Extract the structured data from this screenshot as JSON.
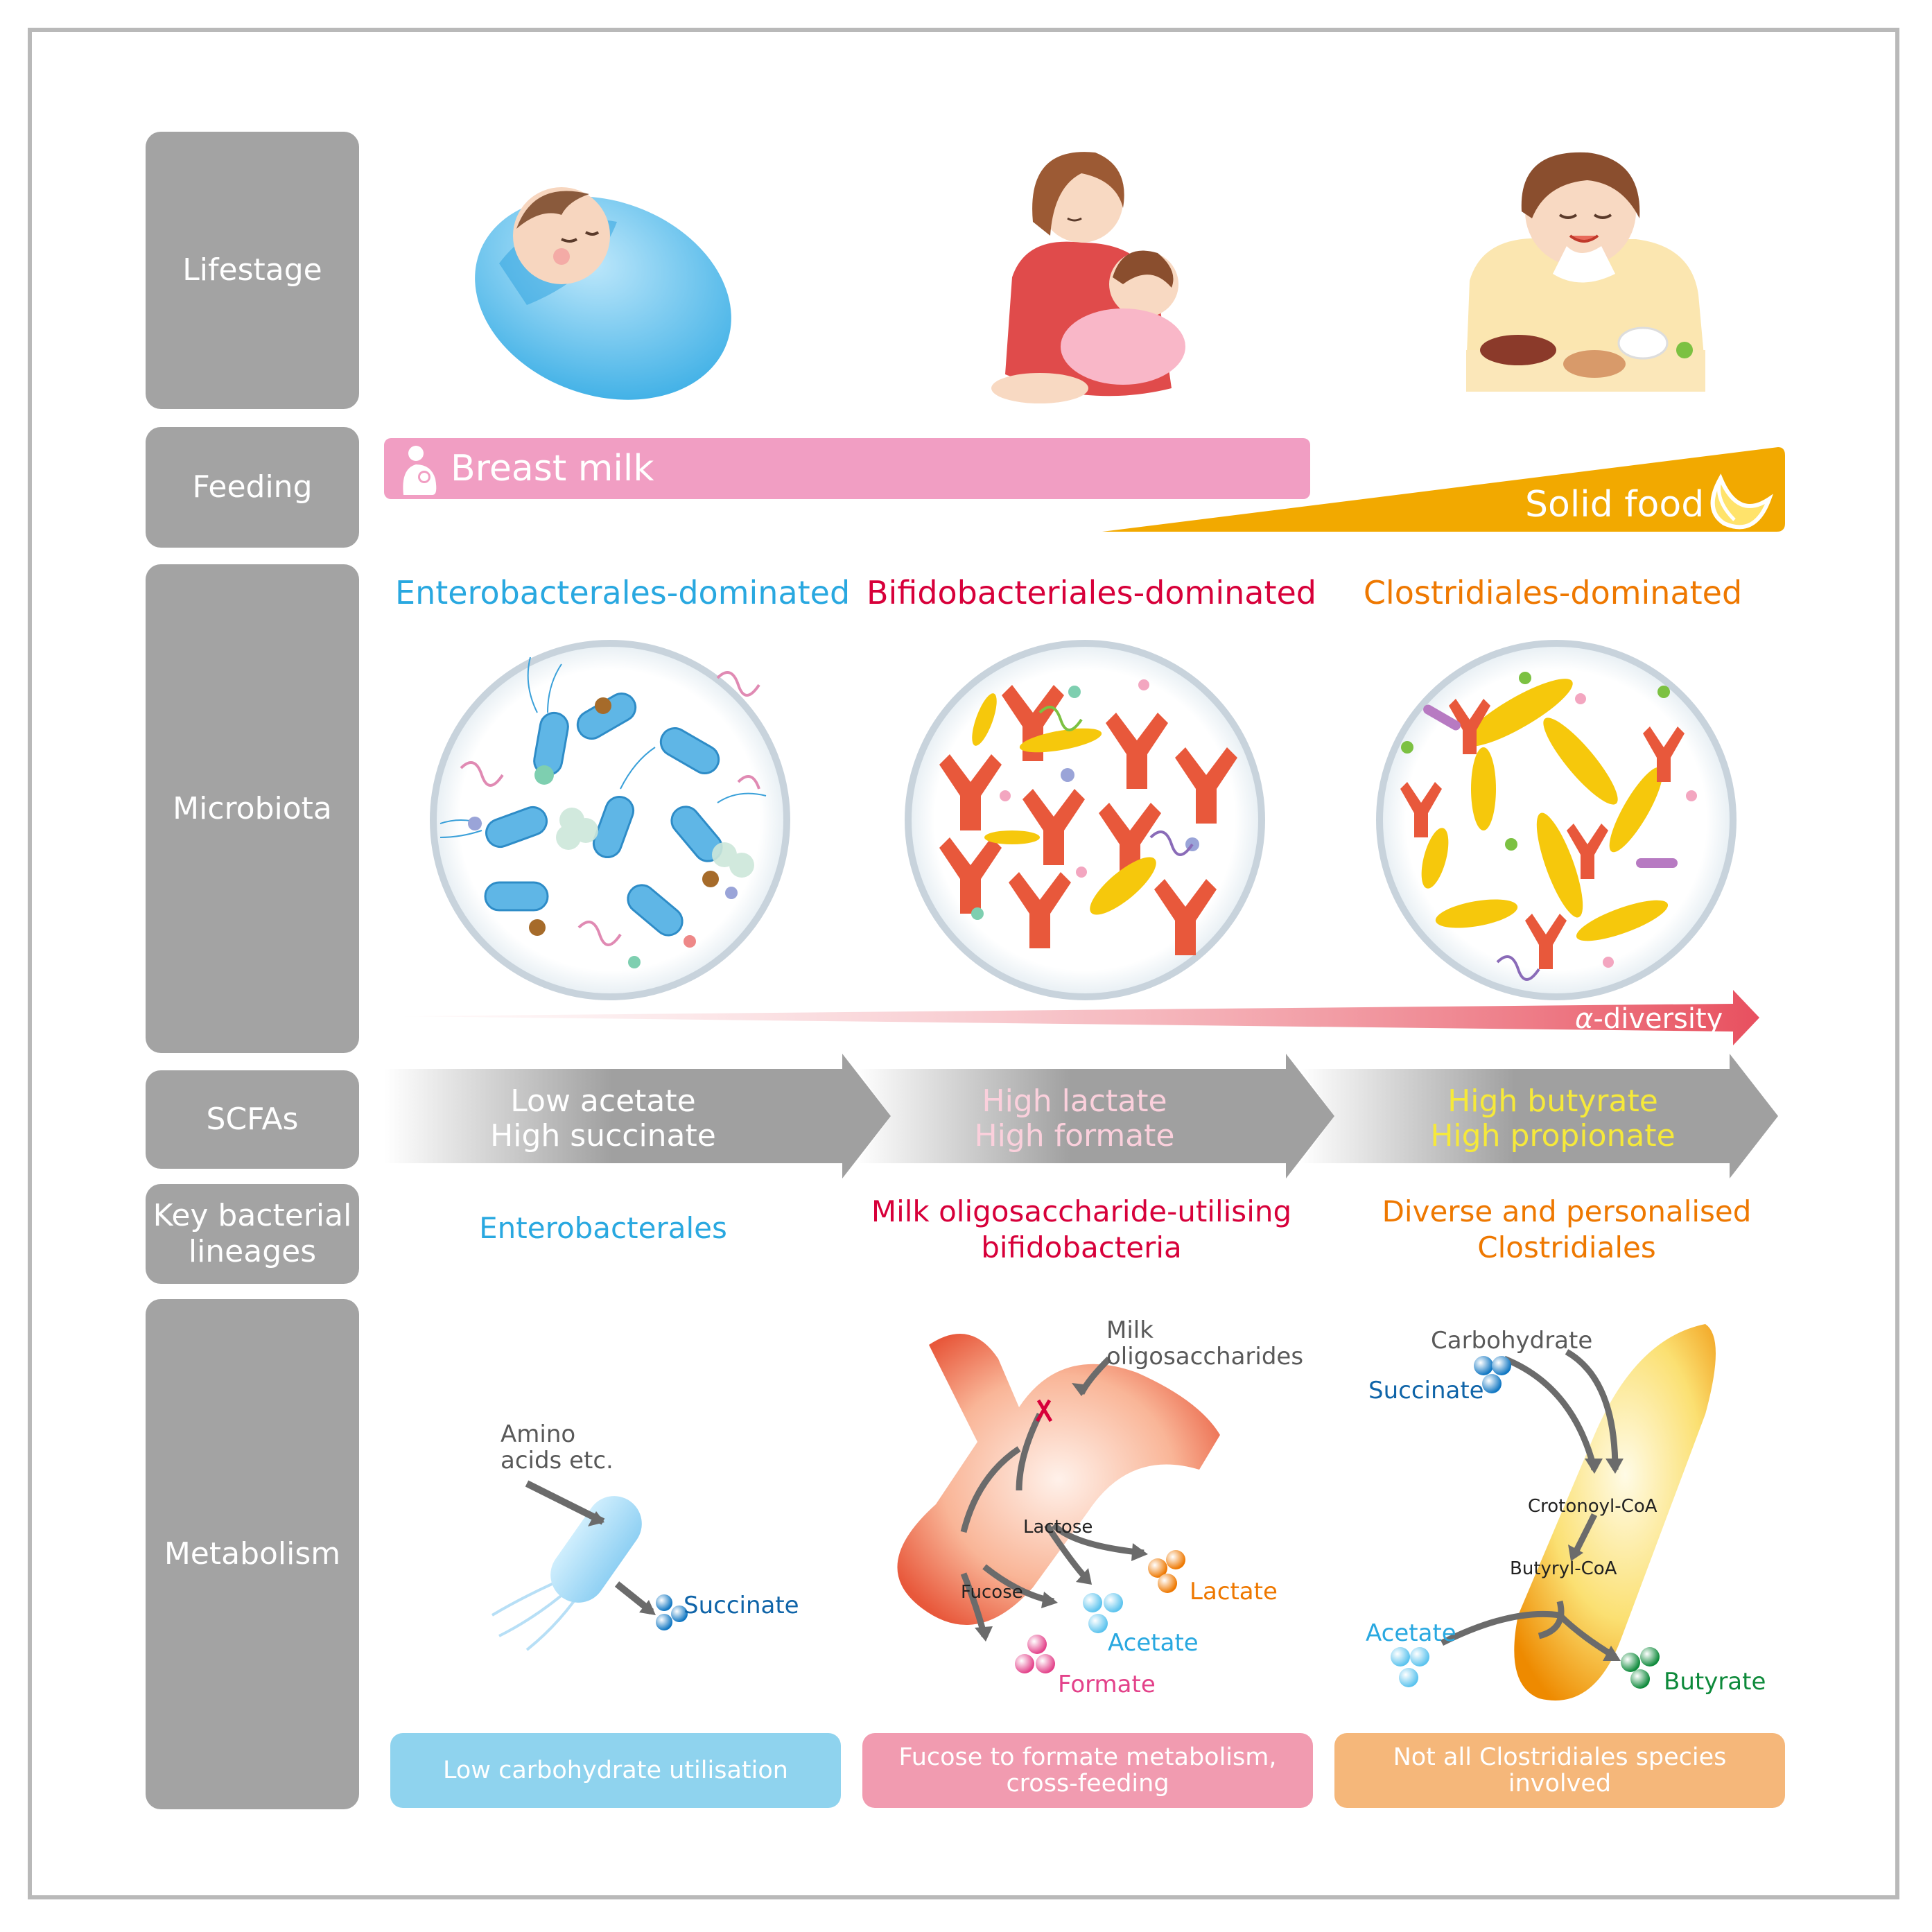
{
  "row_labels": {
    "lifestage": "Lifestage",
    "feeding": "Feeding",
    "microbiota": "Microbiota",
    "scfas": "SCFAs",
    "lineages_line1": "Key bacterial",
    "lineages_line2": "lineages",
    "metabolism": "Metabolism"
  },
  "feeding": {
    "breast_milk": "Breast milk",
    "solid_food": "Solid food",
    "breast_color": "#f19ec3",
    "solid_color": "#f2a900"
  },
  "microbiota": {
    "col1_title": "Enterobacterales-dominated",
    "col2_title": "Bifidobacteriales-dominated",
    "col3_title": "Clostridiales-dominated",
    "diversity_label": "-diversity",
    "alpha_symbol": "α",
    "colors": {
      "entero": "#29a8e0",
      "bifido": "#d7003a",
      "clostridia": "#ee7800"
    }
  },
  "scfas": {
    "col1_line1": "Low acetate",
    "col1_line2": "High succinate",
    "col2_line1": "High lactate",
    "col2_line2": "High formate",
    "col3_line1": "High butyrate",
    "col3_line2": "High propionate"
  },
  "lineages": {
    "col1": "Enterobacterales",
    "col2_line1": "Milk oligosaccharide-utilising",
    "col2_line2": "bifidobacteria",
    "col3_line1": "Diverse and personalised",
    "col3_line2": "Clostridiales"
  },
  "metabolism": {
    "entero": {
      "input_line1": "Amino",
      "input_line2": "acids etc.",
      "output": "Succinate"
    },
    "bifido": {
      "input_line1": "Milk",
      "input_line2": "oligosaccharides",
      "lactose": "Lactose",
      "fucose": "Fucose",
      "lactate": "Lactate",
      "acetate": "Acetate",
      "formate": "Formate"
    },
    "clostridia": {
      "carbohydrate": "Carbohydrate",
      "succinate": "Succinate",
      "crotonoyl": "Crotonoyl-CoA",
      "butyryl": "Butyryl-CoA",
      "acetate": "Acetate",
      "butyrate": "Butyrate"
    }
  },
  "summaries": {
    "col1": "Low carbohydrate utilisation",
    "col2_line1": "Fucose to formate metabolism,",
    "col2_line2": "cross-feeding",
    "col3_line1": "Not all Clostridiales species",
    "col3_line2": "involved",
    "colors": {
      "col1": "#8fd3ee",
      "col2": "#f19bb0",
      "col3": "#f5b77a"
    }
  }
}
